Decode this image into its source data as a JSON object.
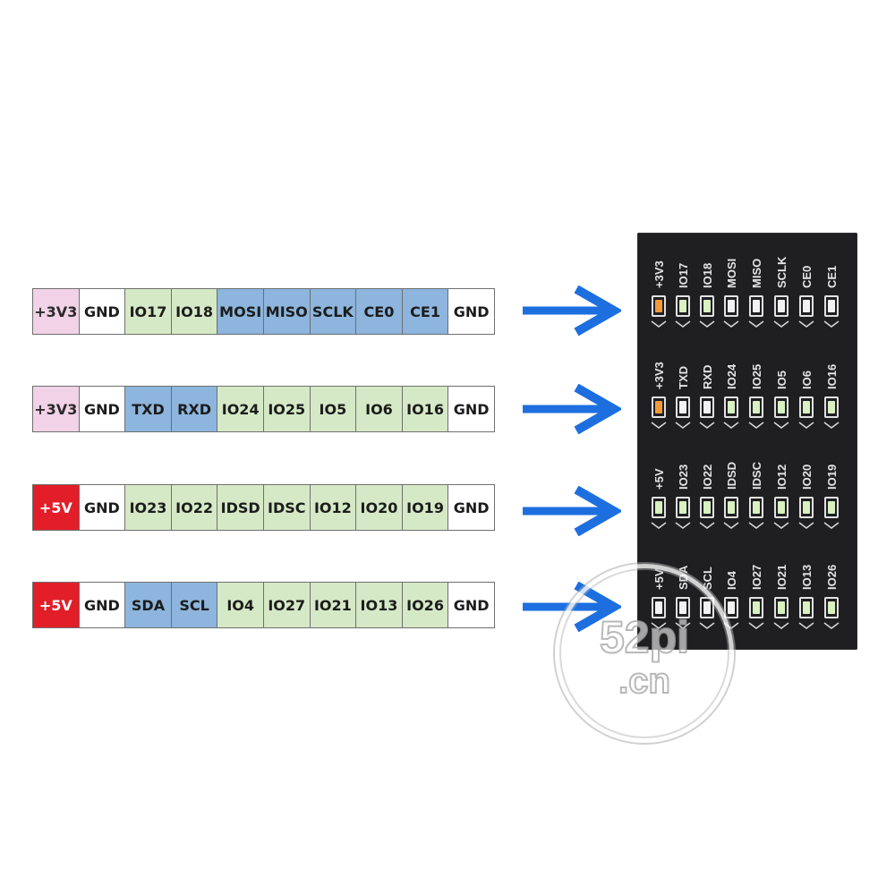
{
  "colors": {
    "v33": "#f1d2e6",
    "v5": "#e21e29",
    "gnd": "#ffffff",
    "gpio": "#d5e9c6",
    "special": "#8db5dd",
    "arrow": "#1d6fe0",
    "led_orange": "#f09a3a",
    "led_green": "#d9f0c0",
    "led_off": "#f2f2f2"
  },
  "rows": [
    {
      "pins": [
        {
          "label": "+3V3",
          "kind": "v33"
        },
        {
          "label": "GND",
          "kind": "gnd"
        },
        {
          "label": "IO17",
          "kind": "gpio"
        },
        {
          "label": "IO18",
          "kind": "gpio"
        },
        {
          "label": "MOSI",
          "kind": "special"
        },
        {
          "label": "MISO",
          "kind": "special"
        },
        {
          "label": "SCLK",
          "kind": "special"
        },
        {
          "label": "CE0",
          "kind": "special"
        },
        {
          "label": "CE1",
          "kind": "special"
        },
        {
          "label": "GND",
          "kind": "gnd"
        }
      ]
    },
    {
      "pins": [
        {
          "label": "+3V3",
          "kind": "v33"
        },
        {
          "label": "GND",
          "kind": "gnd"
        },
        {
          "label": "TXD",
          "kind": "special"
        },
        {
          "label": "RXD",
          "kind": "special"
        },
        {
          "label": "IO24",
          "kind": "gpio"
        },
        {
          "label": "IO25",
          "kind": "gpio"
        },
        {
          "label": "IO5",
          "kind": "gpio"
        },
        {
          "label": "IO6",
          "kind": "gpio"
        },
        {
          "label": "IO16",
          "kind": "gpio"
        },
        {
          "label": "GND",
          "kind": "gnd"
        }
      ]
    },
    {
      "pins": [
        {
          "label": "+5V",
          "kind": "v5"
        },
        {
          "label": "GND",
          "kind": "gnd"
        },
        {
          "label": "IO23",
          "kind": "gpio"
        },
        {
          "label": "IO22",
          "kind": "gpio"
        },
        {
          "label": "IDSD",
          "kind": "gpio"
        },
        {
          "label": "IDSC",
          "kind": "gpio"
        },
        {
          "label": "IO12",
          "kind": "gpio"
        },
        {
          "label": "IO20",
          "kind": "gpio"
        },
        {
          "label": "IO19",
          "kind": "gpio"
        },
        {
          "label": "GND",
          "kind": "gnd"
        }
      ]
    },
    {
      "pins": [
        {
          "label": "+5V",
          "kind": "v5"
        },
        {
          "label": "GND",
          "kind": "gnd"
        },
        {
          "label": "SDA",
          "kind": "special"
        },
        {
          "label": "SCL",
          "kind": "special"
        },
        {
          "label": "IO4",
          "kind": "gpio"
        },
        {
          "label": "IO27",
          "kind": "gpio"
        },
        {
          "label": "IO21",
          "kind": "gpio"
        },
        {
          "label": "IO13",
          "kind": "gpio"
        },
        {
          "label": "IO26",
          "kind": "gpio"
        },
        {
          "label": "GND",
          "kind": "gnd"
        }
      ]
    }
  ],
  "board": {
    "rows": [
      {
        "labels": [
          "+3V3",
          "IO17",
          "IO18",
          "MOSI",
          "MISO",
          "SCLK",
          "CE0",
          "CE1"
        ],
        "leds": [
          "orange",
          "green",
          "green",
          "off",
          "off",
          "off",
          "off",
          "off"
        ]
      },
      {
        "labels": [
          "+3V3",
          "TXD",
          "RXD",
          "IO24",
          "IO25",
          "IO5",
          "IO6",
          "IO16"
        ],
        "leds": [
          "orange",
          "off",
          "off",
          "green",
          "green",
          "green",
          "green",
          "green"
        ]
      },
      {
        "labels": [
          "+5V",
          "IO23",
          "IO22",
          "IDSD",
          "IDSC",
          "IO12",
          "IO20",
          "IO19"
        ],
        "leds": [
          "green",
          "green",
          "green",
          "green",
          "green",
          "green",
          "green",
          "green"
        ]
      },
      {
        "labels": [
          "+5V",
          "SDA",
          "SCL",
          "IO4",
          "IO27",
          "IO21",
          "IO13",
          "IO26"
        ],
        "leds": [
          "off",
          "off",
          "off",
          "off",
          "green",
          "green",
          "green",
          "green"
        ]
      }
    ]
  },
  "watermark": {
    "line1": "52pi",
    "line2": ".cn"
  }
}
